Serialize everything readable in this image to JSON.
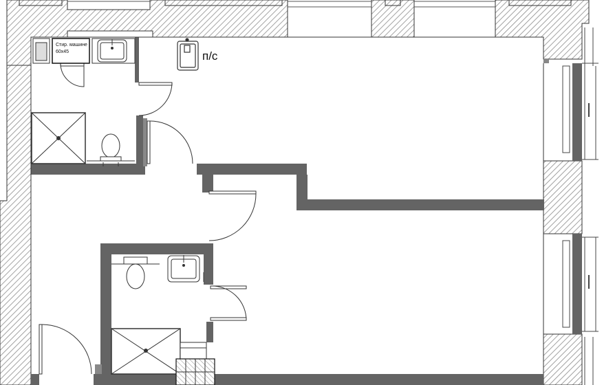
{
  "labels": {
    "ps": "п/с",
    "wm_line1": "Стир. машине",
    "wm_line2": "60x45"
  },
  "colors": {
    "wall": "#646464",
    "hatch": "#8c8c8c",
    "line": "#333333",
    "background": "#ffffff"
  }
}
